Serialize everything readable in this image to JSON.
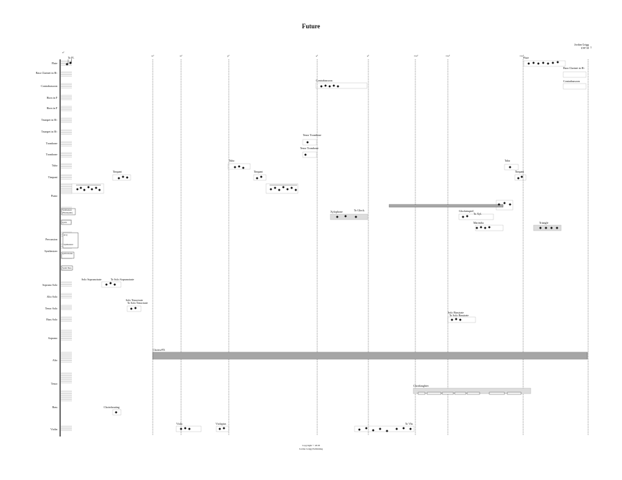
{
  "title": "Future",
  "composer": "Jordan Grigg",
  "composer_sub": "UW'18",
  "page_number": "1",
  "footer": {
    "line1": "Copyright © 2018",
    "line2": "Jordan Grigg Publishing"
  },
  "instruments": [
    "Flute",
    "Bass Clarinet in B♭",
    "Contrabassoon",
    "Horn in F",
    "Horn in F",
    "Trumpet in B♭",
    "Trumpet in B♭",
    "Trombone",
    "Trombone",
    "Tuba",
    "Timpani",
    "Piano",
    "Percussion",
    "Synthesizer",
    "Soprano Solo",
    "Alto Solo",
    "Tenor Solo",
    "Bass Solo",
    "Soprano",
    "Alto",
    "Tenor",
    "Bass",
    "Violin"
  ],
  "rehearsal_marks": [
    "a¹",
    "m¹",
    "m²",
    "p¹",
    "a²",
    "a³",
    "Cm¹",
    "Cm²",
    "Cm³"
  ],
  "cues": {
    "to_fl": "To Fl.",
    "flute": "Flute",
    "bass_clarinet": "Bass Clarinet in B♭",
    "contrabassoon_1": "Contrabassoon",
    "contrabassoon_2": "Contrabassoon",
    "tenor_trombone_1": "Tenor Trombone",
    "tenor_trombone_2": "Tenor Trombone",
    "tuba_1": "Tuba",
    "tuba_2": "Tuba",
    "timpani_1": "Timpani",
    "timpani_2": "Timpani",
    "timpani_3": "Timpani",
    "xylophone": "Xylophone",
    "to_glock": "To Glock.",
    "glockenspiel": "Glockenspiel",
    "to_xyl": "To Xyl.",
    "marimba": "Marimba",
    "triangle": "Triangle",
    "solo_sopranoirate": "Solo Sopranoirate",
    "to_solo_soprano": "To Solo Sopranoirate",
    "solo_tenorirate": "Solo Tenorirate",
    "to_solo_tenor": "To Solo Tenorirate",
    "solo_bassirate": "Solo Bassirate",
    "to_solo_bass": "To Solo Bassirate",
    "choirsfx": "ChoirsvFX",
    "choirlaughter": "Choirlaughter",
    "choirshouting": "Choirshouting",
    "viola": "Viola",
    "violapizz": "Violapizz",
    "to_vln": "To Vln."
  },
  "synth_boxes": [
    "Synthesizer (Fluidsynth)",
    "synth",
    "prog",
    "Synthesizer",
    "synth rhodes",
    "Synth Bass"
  ]
}
